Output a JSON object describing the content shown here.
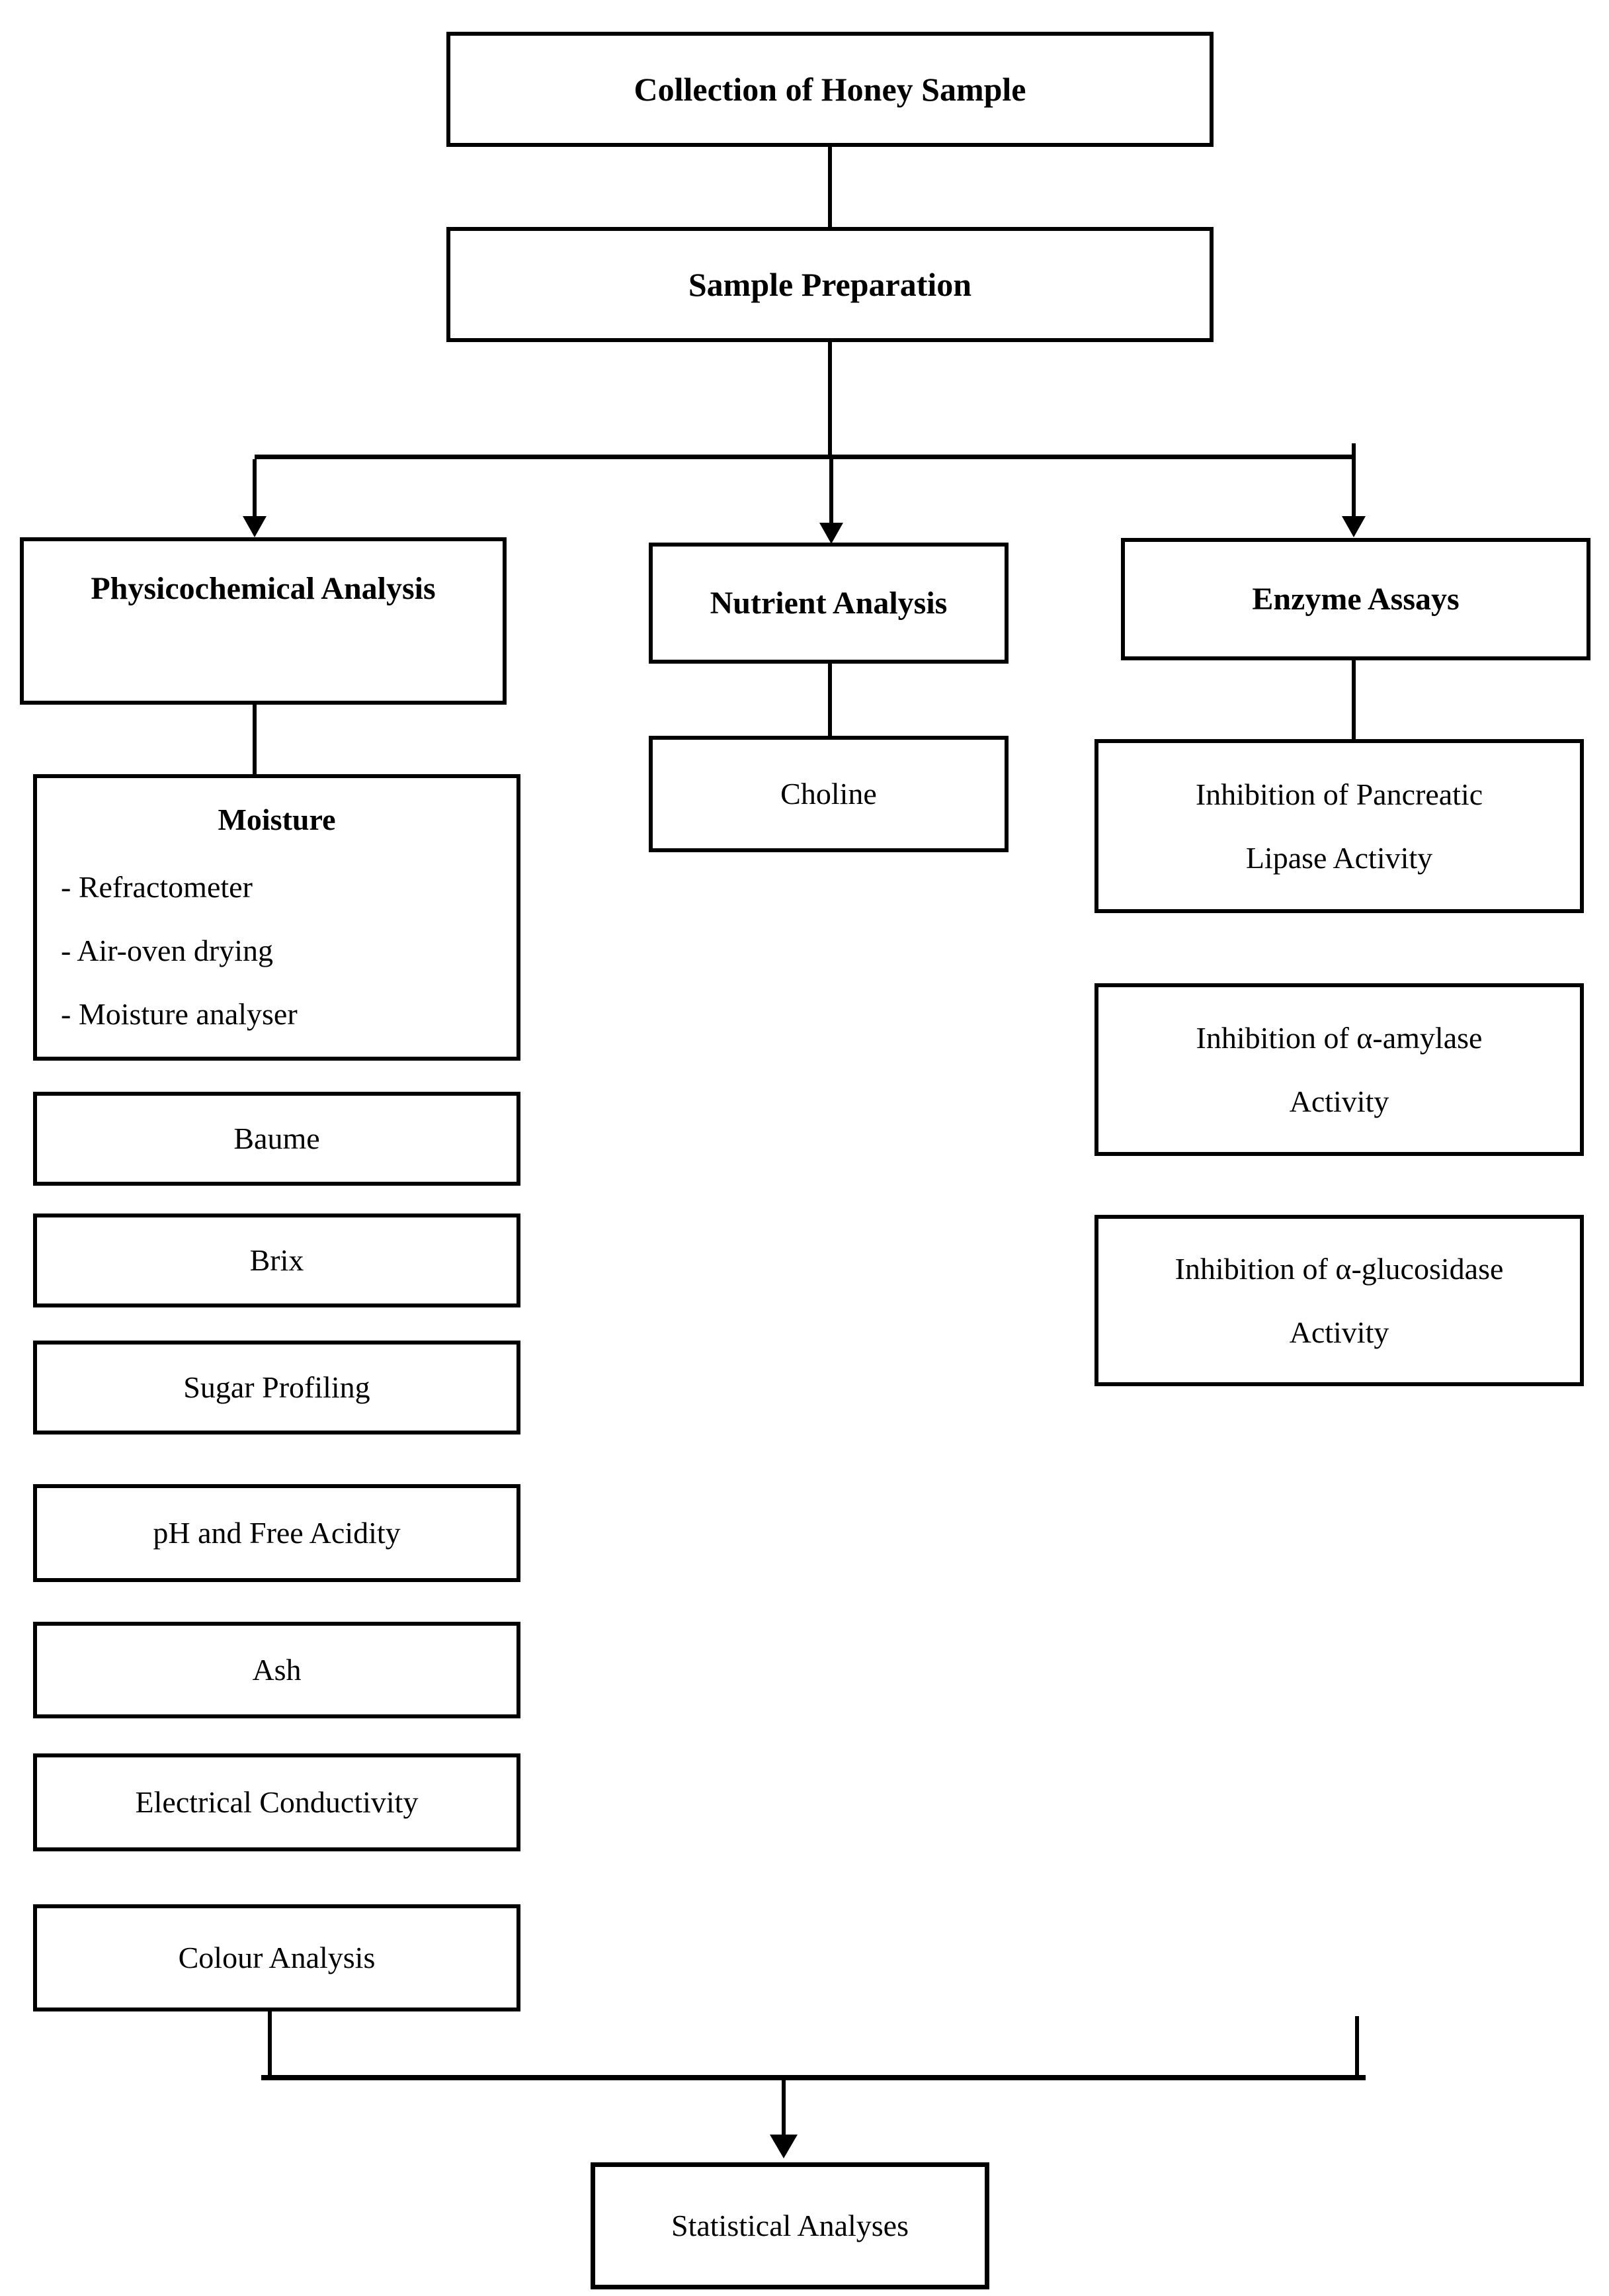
{
  "colors": {
    "background": "#ffffff",
    "line": "#000000",
    "text": "#000000"
  },
  "nodes": {
    "collection": {
      "label": "Collection of Honey Sample"
    },
    "sample_preparation": {
      "label": "Sample Preparation"
    },
    "physicochemical": {
      "label": "Physicochemical Analysis"
    },
    "nutrient": {
      "label": "Nutrient Analysis"
    },
    "enzyme": {
      "label": "Enzyme Assays"
    },
    "moisture": {
      "title": "Moisture",
      "items": [
        "- Refractometer",
        "- Air-oven drying",
        "- Moisture analyser"
      ]
    },
    "baume": {
      "label": "Baume"
    },
    "brix": {
      "label": "Brix"
    },
    "sugar_profiling": {
      "label": "Sugar Profiling"
    },
    "ph_free_acidity": {
      "label": "pH and Free Acidity"
    },
    "ash": {
      "label": "Ash"
    },
    "electrical_conductivity": {
      "label": "Electrical Conductivity"
    },
    "colour_analysis": {
      "label": "Colour Analysis"
    },
    "choline": {
      "label": "Choline"
    },
    "lipase": {
      "line1": "Inhibition of Pancreatic",
      "line2": "Lipase Activity"
    },
    "amylase": {
      "line1": "Inhibition of α-amylase",
      "line2": "Activity"
    },
    "glucosidase": {
      "line1": "Inhibition of α-glucosidase",
      "line2": "Activity"
    },
    "statistical": {
      "label": "Statistical Analyses"
    }
  }
}
